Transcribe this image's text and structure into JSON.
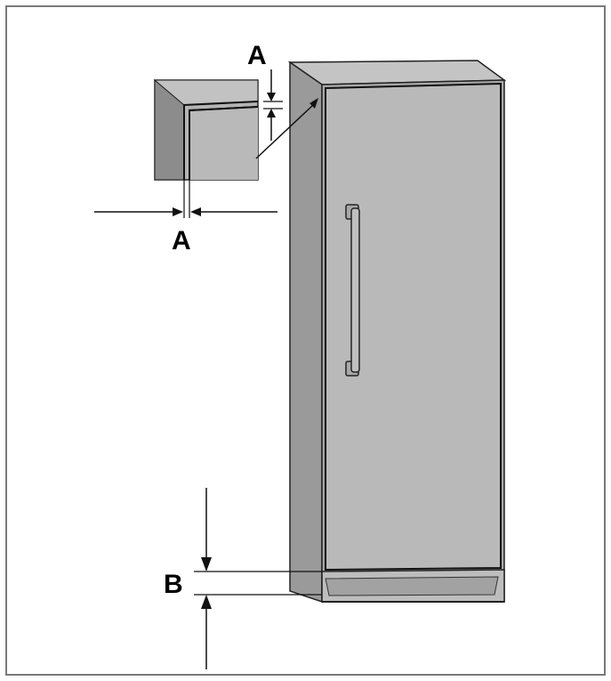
{
  "labels": {
    "gap_a_top": "A",
    "gap_a_side": "A",
    "gap_b": "B"
  },
  "colors": {
    "frame_border": "#7a7a7a",
    "cabinet_side": "#9a9a9a",
    "cabinet_top": "#c4c4c4",
    "door_face": "#b9b9b9",
    "outline": "#222222",
    "detail_side": "#8c8c8c",
    "detail_face": "#b4b4b4"
  }
}
